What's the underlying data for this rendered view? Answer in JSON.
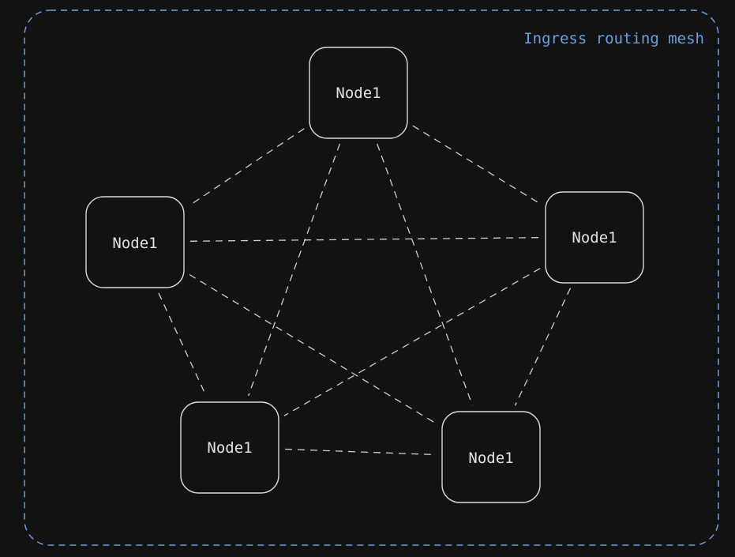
{
  "mesh": {
    "title": "Ingress routing mesh",
    "border_color": "#6aa0e0"
  },
  "nodes": [
    {
      "id": "top",
      "label": "Node1"
    },
    {
      "id": "left",
      "label": "Node1"
    },
    {
      "id": "right",
      "label": "Node1"
    },
    {
      "id": "bottom-left",
      "label": "Node1"
    },
    {
      "id": "bottom-right",
      "label": "Node1"
    }
  ],
  "connections": [
    [
      "top",
      "left"
    ],
    [
      "top",
      "right"
    ],
    [
      "top",
      "bottom-left"
    ],
    [
      "top",
      "bottom-right"
    ],
    [
      "left",
      "right"
    ],
    [
      "left",
      "bottom-left"
    ],
    [
      "left",
      "bottom-right"
    ],
    [
      "right",
      "bottom-left"
    ],
    [
      "right",
      "bottom-right"
    ],
    [
      "bottom-left",
      "bottom-right"
    ]
  ],
  "colors": {
    "background": "#121212",
    "node_stroke": "#d8d8d8",
    "link_stroke": "#cfcfcf",
    "label": "#e2e2e2"
  }
}
